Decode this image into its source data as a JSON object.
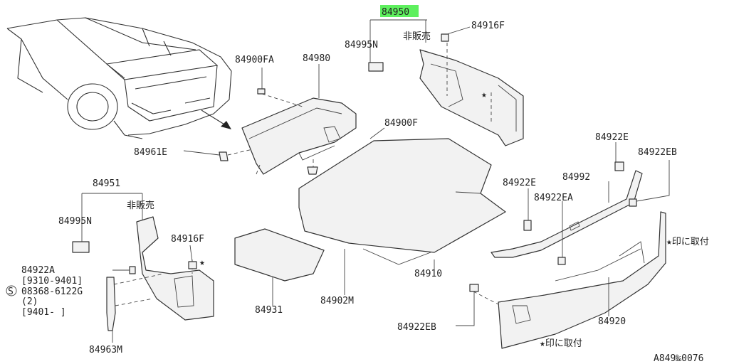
{
  "diagram": {
    "reference_code": "A849‱0076",
    "labels": {
      "p84950": "84950",
      "note_hanbaibai_top": "非販売",
      "p84995N_top": "84995N",
      "p84916F_top": "84916F",
      "p84900FA": "84900FA",
      "p84980": "84980",
      "p84961E": "84961E",
      "p84900F": "84900F",
      "p84922E_right": "84922E",
      "p84922EB_right": "84922EB",
      "p84951": "84951",
      "note_hanbaibai_left": "非販売",
      "p84995N_left": "84995N",
      "p84916F_left": "84916F",
      "p84922E_mid": "84922E",
      "p84992": "84992",
      "p84922EA": "84922EA",
      "p84922A": "84922A",
      "range1": "[9310-9401]",
      "bolt_code": "08368-6122G",
      "qty": "(2)",
      "range2": "[9401-    ]",
      "p84910": "84910",
      "p84931": "84931",
      "p84902M": "84902M",
      "p84920": "84920",
      "p84922EB_bottom": "84922EB",
      "p84963M": "84963M",
      "note_star_right": "★印に取付",
      "note_star_bottom": "★印に取付",
      "star_mark": "★",
      "s_mark": "S"
    },
    "highlight_color": "#5ef05e"
  }
}
